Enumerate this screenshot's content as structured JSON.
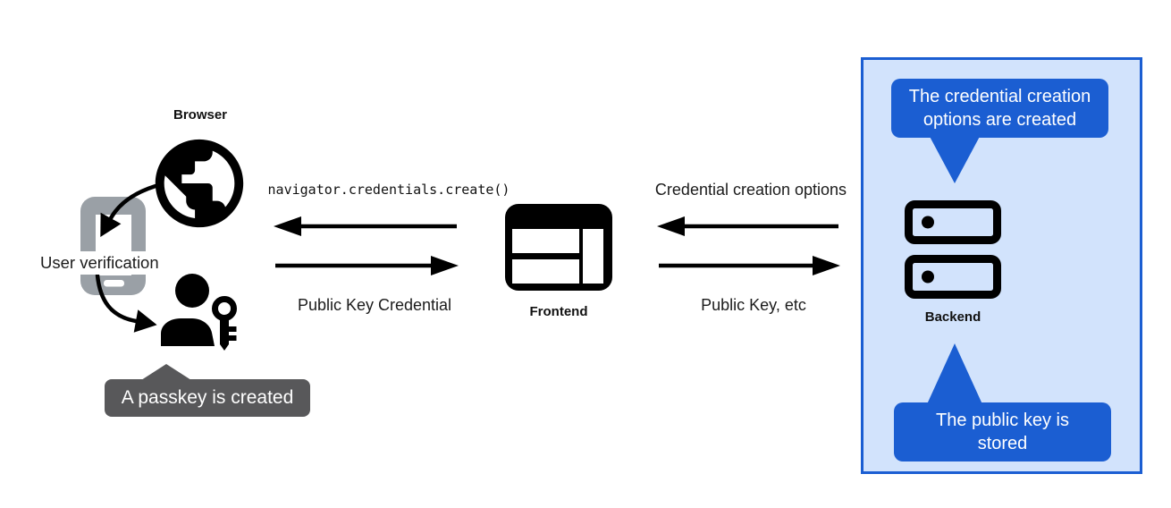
{
  "title": "Passkey registration flow diagram",
  "nodes": {
    "browser": {
      "label": "Browser"
    },
    "user_verification": {
      "label": "User verification"
    },
    "frontend": {
      "label": "Frontend"
    },
    "backend": {
      "label": "Backend"
    }
  },
  "flows": {
    "frontend_to_browser": {
      "call": "navigator.credentials.create()",
      "return": "Public Key Credential"
    },
    "backend_to_frontend": {
      "options": "Credential creation options",
      "result": "Public Key, etc"
    }
  },
  "callouts": {
    "passkey_created": "A passkey is created",
    "options_created": "The credential creation\noptions are created",
    "public_key_stored": "The public key is\nstored"
  },
  "icons": {
    "globe": "globe-icon",
    "phone": "smartphone-icon",
    "person_key": "user-passkey-icon",
    "frontend_window": "browser-window-icon",
    "server": "server-stack-icon",
    "curved_arrows": "verification-flow-arrows",
    "straight_arrows": "message-arrows"
  },
  "colors": {
    "accent_blue": "#1b5ed2",
    "panel_background": "#d2e3fc",
    "callout_gray": "#58585a",
    "phone_gray": "#9aa0a6",
    "ink": "#000000"
  }
}
